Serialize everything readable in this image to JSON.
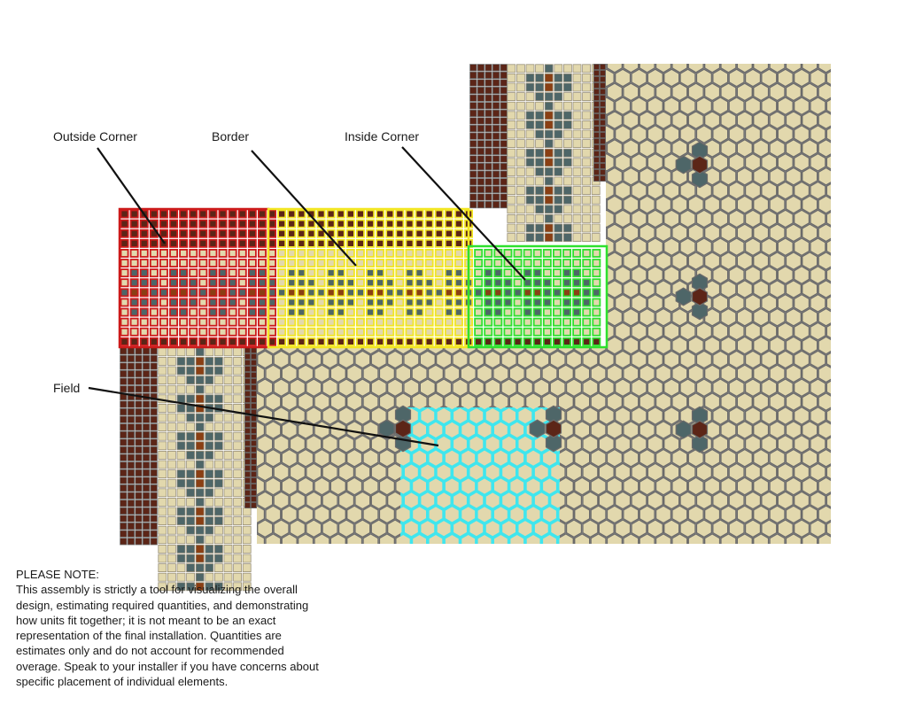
{
  "callouts": {
    "outside_corner": "Outside Corner",
    "border": "Border",
    "inside_corner": "Inside Corner",
    "field": "Field"
  },
  "note": {
    "heading": "PLEASE NOTE:",
    "lines": [
      "This assembly is strictly a tool for visualizing the overall",
      "design, estimating required quantities, and demonstrating",
      "how units fit together; it is not meant to be an exact",
      "representation of the final installation. Quantities are",
      "estimates only and do not account for recommended",
      "overage. Speak to your installer if you have concerns about",
      "specific placement of individual elements."
    ]
  },
  "colors": {
    "cream": "#e2d8ad",
    "brown": "#5c2517",
    "orange_brown": "#8a3f14",
    "slate": "#4e6668",
    "grout": "#6a6a6a",
    "outside_corner_highlight": "#cc1a1a",
    "border_highlight": "#f2e622",
    "inside_corner_highlight": "#2ee02e",
    "field_highlight": "#3fe6ee"
  }
}
